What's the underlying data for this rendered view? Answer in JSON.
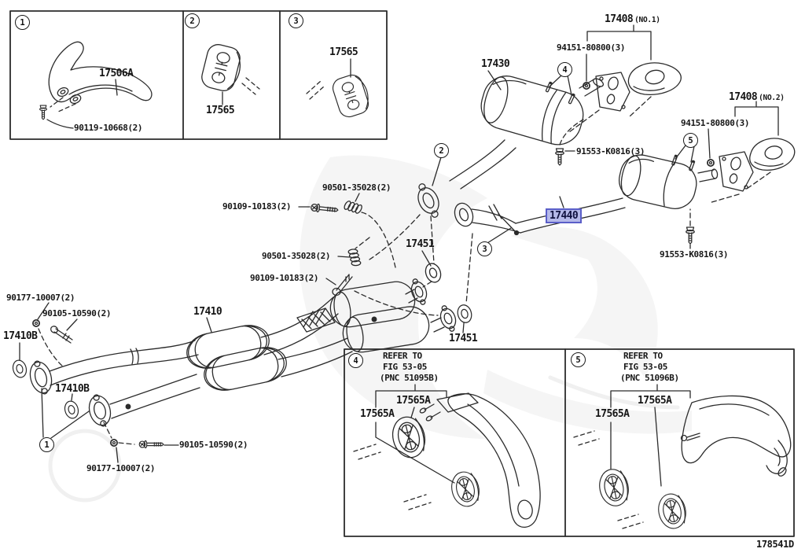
{
  "figure": {
    "code": "178541D"
  },
  "colors": {
    "highlight_bg": "#b5b9e9",
    "highlight_border": "#5a5ec8",
    "line": "#2b2b2b"
  },
  "inset_top": {
    "cells": [
      {
        "num": "1",
        "part": "17506A",
        "bolt": "90119-10668(2)"
      },
      {
        "num": "2",
        "part": "17565"
      },
      {
        "num": "3",
        "part": "17565"
      }
    ]
  },
  "main": {
    "muffler_rear": "17430",
    "center_pipe": "17440",
    "front_pipe": "17410",
    "bracket_no1": {
      "part": "17408",
      "suffix": "(NO.1)",
      "nut": "94151-80800(3)",
      "bolt": "91553-K0816(3)",
      "callout": "4"
    },
    "bracket_no2": {
      "part": "17408",
      "suffix": "(NO.2)",
      "nut": "94151-80800(3)",
      "bolt": "91553-K0816(3)",
      "callout": "5"
    },
    "gasket_front": "17451",
    "gasket_rear": "17451",
    "spring_1": "90501-35028(2)",
    "spring_2": "90501-35028(2)",
    "bolt_1": "90109-10183(2)",
    "bolt_2": "90109-10183(2)",
    "nut_front_1": "90177-10007(2)",
    "nut_front_2": "90177-10007(2)",
    "bolt_front_1": "90105-10590(2)",
    "bolt_front_2": "90105-10590(2)",
    "gasket_17410b_1": "17410B",
    "gasket_17410b_2": "17410B",
    "callout_1": "1",
    "callout_2": "2",
    "callout_3": "3"
  },
  "inset_bottom": {
    "cells": [
      {
        "num": "4",
        "refer": [
          "REFER TO",
          "FIG 53-05",
          "(PNC 51095B)"
        ],
        "part_a": "17565A",
        "part_b": "17565A"
      },
      {
        "num": "5",
        "refer": [
          "REFER TO",
          "FIG 53-05",
          "(PNC 51096B)"
        ],
        "part_a": "17565A",
        "part_b": "17565A"
      }
    ]
  }
}
